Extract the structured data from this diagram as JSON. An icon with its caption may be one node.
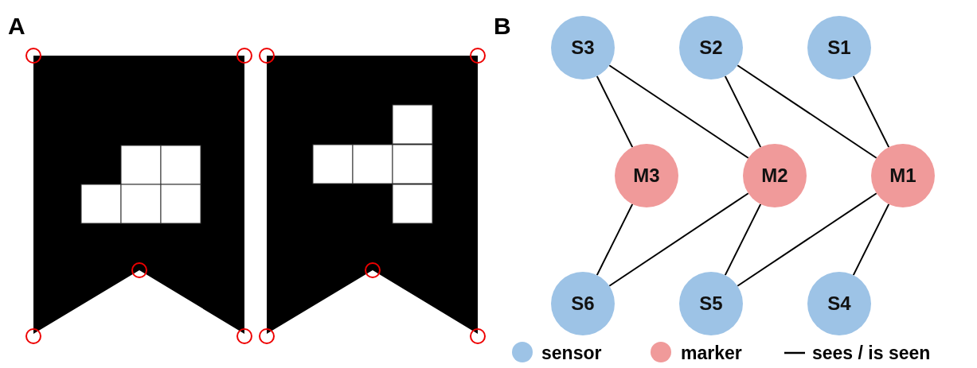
{
  "diagram": {
    "nodes": [
      {
        "text": [
          "S3"
        ]
      },
      {
        "text": [
          "S2"
        ]
      },
      {
        "text": [
          "S1"
        ]
      },
      {
        "text": [
          "M3"
        ]
      },
      {
        "text": [
          "M2"
        ]
      },
      {
        "text": [
          "M1"
        ]
      },
      {
        "text": [
          "S6"
        ]
      },
      {
        "text": [
          "S5"
        ]
      },
      {
        "text": [
          "S4"
        ]
      }
    ],
    "edges": [
      {
        "from": 0,
        "to": 3,
        "arrow": "none"
      },
      {
        "from": 0,
        "to": 4,
        "arrow": "none"
      },
      {
        "from": 1,
        "to": 4,
        "arrow": "none"
      },
      {
        "from": 1,
        "to": 5,
        "arrow": "none"
      },
      {
        "from": 2,
        "to": 5,
        "arrow": "none"
      },
      {
        "from": 3,
        "to": 6,
        "arrow": "none"
      },
      {
        "from": 4,
        "to": 6,
        "arrow": "none"
      },
      {
        "from": 4,
        "to": 7,
        "arrow": "none"
      },
      {
        "from": 5,
        "to": 7,
        "arrow": "none"
      },
      {
        "from": 5,
        "to": 8,
        "arrow": "none"
      }
    ],
    "labels": [
      "A",
      "B"
    ],
    "legend": [
      {
        "text": "sensor",
        "color": "#9dc3e6"
      },
      {
        "text": "marker",
        "color": "#f09a9a"
      },
      {
        "text": "sees / is seen"
      }
    ]
  }
}
